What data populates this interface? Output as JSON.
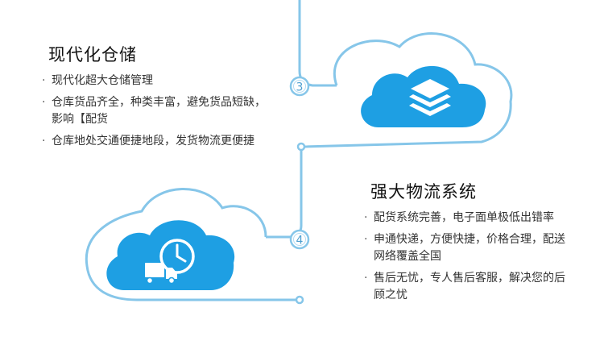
{
  "sections": [
    {
      "step": "3",
      "title": "现代化仓储",
      "items": [
        "现代化超大仓储管理",
        "仓库货品齐全，种类丰富，避免货品短缺，影响【配货",
        "仓库地处交通便捷地段，发货物流更便捷"
      ]
    },
    {
      "step": "4",
      "title": "强大物流系统",
      "items": [
        "配货系统完善，电子面单极低出错率",
        "申通快递，方便快捷，价格合理，配送网络覆盖全国",
        "售后无忧，专人售后客服，解决您的后顾之忧"
      ]
    }
  ],
  "icons": {
    "cloud_top": "layers-icon",
    "cloud_bottom": "delivery-truck-clock-icon"
  },
  "colors": {
    "line": "#7cc0e6",
    "cloud": "#1b9fe4",
    "cloud_light": "#3aaeef",
    "badge": "#8fd0f2"
  }
}
